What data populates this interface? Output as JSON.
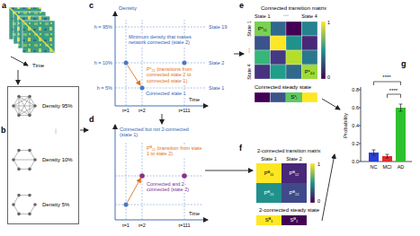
{
  "diagram": {
    "nodes": [
      {
        "text": [
          "Density 95%",
          "⋮",
          "Density 10%",
          "Density 5%"
        ]
      },
      {
        "text": [
          "Pᶜ₁₁"
        ]
      },
      {
        "text": [
          "Pᶜ₄₄"
        ]
      },
      {
        "text": [
          "Sᶜⱼ"
        ]
      },
      {
        "text": [
          "Pᴮ₁₁"
        ]
      },
      {
        "text": [
          "Pᴮ₁₂"
        ]
      },
      {
        "text": [
          "Pᴮ₂₁"
        ]
      },
      {
        "text": [
          "Pᴮ₂₂"
        ]
      },
      {
        "text": [
          "Sᴮ₁"
        ]
      },
      {
        "text": [
          "Sᴮ₂"
        ]
      }
    ],
    "labels": [
      "a",
      "Time",
      "b",
      "c",
      "Density",
      "h = 95%",
      "h = 10%",
      "h = 5%",
      "State 19",
      "State 2",
      "State 1",
      "Minimum density that makes network connected (state 2)",
      "Pᶜ₂₁ (transitions from connected state 2 to connected state 1)",
      "Connected state 1",
      "t=1",
      "t=2",
      "t=111",
      "Time",
      "d",
      "Connected but not 2-connected (state 1)",
      "Pᴮ₁₂ (transition from state 1 to state 2)",
      "Connected and 2-connected (state 2)",
      "t=1",
      "t=2",
      "t=111",
      "Time",
      "e",
      "Connected transition matrix",
      "State 1",
      "⋯",
      "State 4",
      "State 1",
      "⋮",
      "State 4",
      "1",
      "0",
      "Connected steady state",
      "f",
      "2-connected transition matrix",
      "State 1",
      "State 2",
      "1",
      "0",
      "2-connected steady state",
      "g",
      "Probability",
      "0.8",
      "0.6",
      "0.4",
      "0.2",
      "0.0",
      "NC",
      "MCI",
      "AD",
      "****",
      "****"
    ]
  }
}
